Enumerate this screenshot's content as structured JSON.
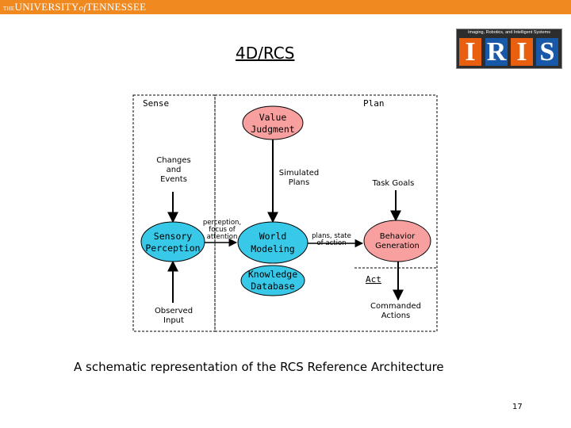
{
  "header": {
    "university_logo": {
      "prefix": "THE",
      "main": "UNIVERSITY",
      "of": "of",
      "name": "TENNESSEE"
    },
    "iris_logo": {
      "tagline": "Imaging, Robotics, and Intelligent Systems",
      "letters": [
        "I",
        "R",
        "I",
        "S"
      ]
    }
  },
  "slide": {
    "title": "4D/RCS",
    "caption": "A schematic representation of the RCS Reference Architecture",
    "page_number": "17"
  },
  "diagram": {
    "regions": {
      "sense": "Sense",
      "plan": "Plan",
      "act": "Act"
    },
    "nodes": {
      "value_judgment": [
        "Value",
        "Judgment"
      ],
      "sensory_perception": [
        "Sensory",
        "Perception"
      ],
      "world_modeling": [
        "World",
        "Modeling"
      ],
      "knowledge_database": [
        "Knowledge",
        "Database"
      ],
      "behavior_generation": [
        "Behavior",
        "Generation"
      ]
    },
    "labels": {
      "changes_events": [
        "Changes",
        "and",
        "Events"
      ],
      "simulated_plans": [
        "Simulated",
        "Plans"
      ],
      "task_goals": [
        "Task Goals"
      ],
      "perception_focus": [
        "perception,",
        "focus of",
        "attention"
      ],
      "plans_state": [
        "plans, state",
        "of action"
      ],
      "observed_input": [
        "Observed",
        "Input"
      ],
      "commanded_actions": [
        "Commanded",
        "Actions"
      ]
    },
    "colors": {
      "value_judgment": "#f8a0a0",
      "world_modeling": "#38c8e8",
      "behavior_generation": "#f8a0a0",
      "sensory_perception": "#38c8e8",
      "knowledge_database": "#38c8e8"
    }
  }
}
